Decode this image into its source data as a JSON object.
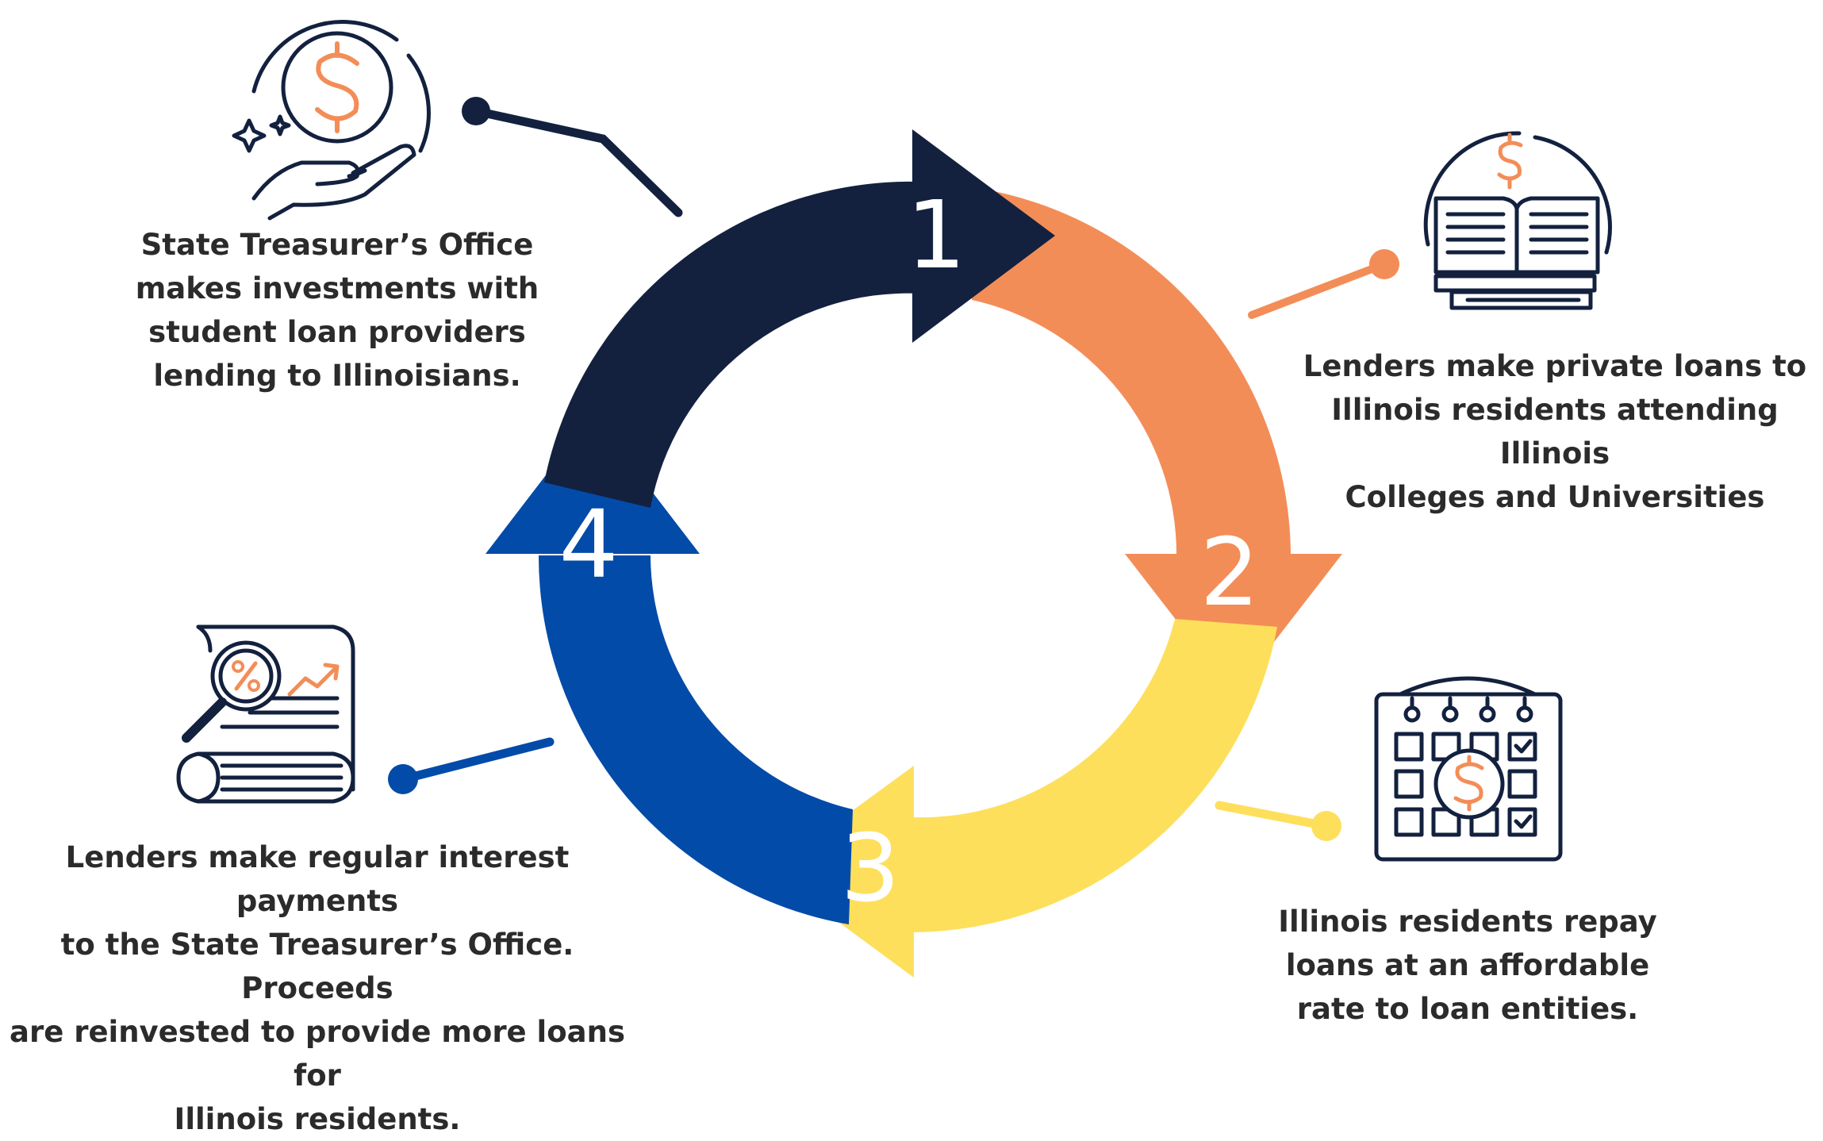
{
  "colors": {
    "navy": "#13213f",
    "orange": "#f38d57",
    "yellow": "#fddf5c",
    "blue": "#034ba9",
    "text": "#2b2b2b"
  },
  "steps": [
    {
      "number": "1",
      "color": "navy",
      "icon": "hand-holding-coin-icon",
      "caption": "State Treasurer’s Office\nmakes investments with\nstudent loan providers\nlending to Illinoisians."
    },
    {
      "number": "2",
      "color": "orange",
      "icon": "book-dollar-icon",
      "caption": "Lenders make private loans to\nIllinois residents attending Illinois\nColleges and Universities"
    },
    {
      "number": "3",
      "color": "yellow",
      "icon": "calendar-dollar-icon",
      "caption": "Illinois residents repay\nloans at an affordable\nrate to loan entities."
    },
    {
      "number": "4",
      "color": "blue",
      "icon": "document-percent-magnifier-icon",
      "caption": "Lenders make regular interest payments\nto the State Treasurer’s Office. Proceeds\nare reinvested to provide more loans for\nIllinois residents."
    }
  ]
}
